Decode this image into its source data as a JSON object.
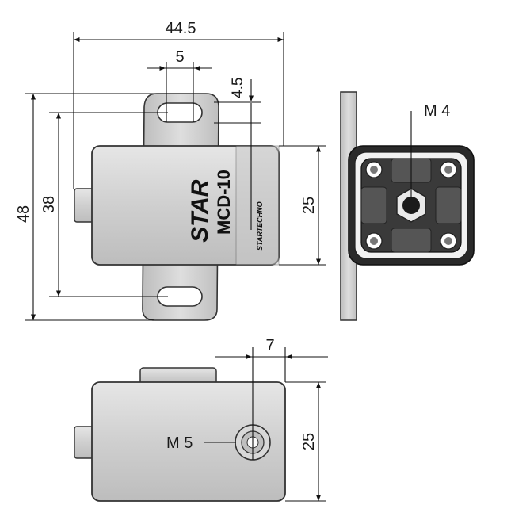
{
  "dimensions": {
    "overall_width": "44.5",
    "slot_width": "5",
    "slot_offset": "4.5",
    "overall_height": "48",
    "slot_spacing": "38",
    "body_height_front": "25",
    "offset_bottom": "7",
    "body_height_bottom": "25"
  },
  "callouts": {
    "thread_side": "M 4",
    "thread_bottom": "M 5"
  },
  "branding": {
    "brand": "STAR",
    "model": "MCD-10",
    "maker": "STARTECHNO"
  }
}
